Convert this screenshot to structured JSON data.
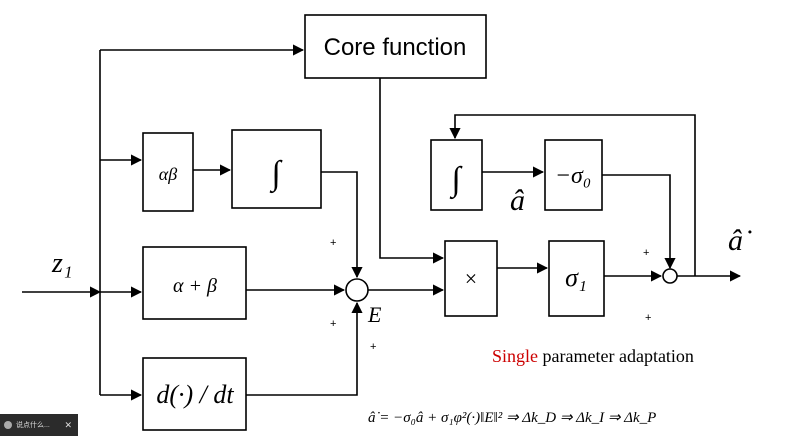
{
  "blocks": {
    "core": "Core function",
    "ab_prod": "αβ",
    "integral": "∫",
    "ab_sum": "α + β",
    "deriv": "d(·) / dt",
    "integral2": "∫",
    "minus_sigma0": "−σ₀",
    "multiply": "×",
    "sigma1": "σ₁"
  },
  "signals": {
    "input": "z₁",
    "error": "E",
    "a_hat": "â",
    "a_hat_dot": "â̇"
  },
  "signs": [
    "+",
    "+",
    "+",
    "+",
    "+"
  ],
  "caption": {
    "highlight": "Single",
    "rest": " parameter adaptation"
  },
  "formula": "â̇ = −σ₀â + σ₁φ²(·)‖E‖² ⇒ Δk_D ⇒ Δk_I ⇒ Δk_P",
  "taskbar": {
    "text": "说点什么...",
    "close": "✕"
  }
}
